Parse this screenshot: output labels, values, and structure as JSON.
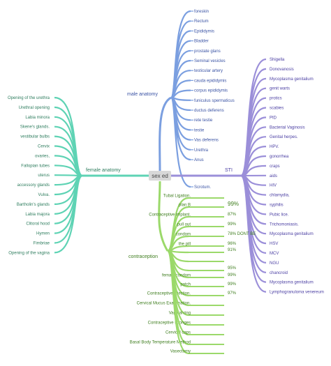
{
  "colors": {
    "male": "#7b9fe0",
    "sti": "#9b8fd9",
    "female": "#5ed3b4",
    "contraception": "#9bd96a",
    "center_fill": "#d8d8d8",
    "male_text": "#3a53a4",
    "sti_text": "#4b3fa3",
    "female_text": "#2e7d5e",
    "contra_text": "#3e7d1e"
  },
  "center": {
    "label": "sex ed"
  },
  "branches": {
    "male": {
      "label": "male anatomy",
      "items": [
        "foreskin",
        "Rectum",
        "Epididymis",
        "Bladder",
        "prostate glans",
        "Seminal vesicles",
        "testicular artery",
        "cauda epididymis",
        "corpus epididymis",
        "funiculus spermaticus",
        "ductus deferens",
        "rete testie",
        "testie",
        "Vas deferens",
        "Urethra",
        "Anus",
        "Scrotum."
      ]
    },
    "sti": {
      "label": "STI",
      "items": [
        "Shigella",
        "Donovanosis",
        "Mycoplasma genitalium",
        "genit warts",
        "protics",
        "scabies",
        "PID",
        "Bacterial Vaginosis",
        "Genital herpes.",
        "HPV.",
        "gonorrhea",
        "craps",
        "aids",
        "HIV",
        "chlamydia,",
        "syphilis",
        "Pubic lice.",
        "Trichomoniasis.",
        "Mycoplasma genitalium",
        "HSV",
        "MCV",
        "NGU",
        "chancroid",
        "Mycoplasma genitalium",
        "Lymphogranuloma venereum"
      ]
    },
    "female": {
      "label": "female anatomy",
      "items": [
        "Opening of the urethra",
        "Urethral opening",
        "Labia minora",
        "Skene's glands.",
        "vestibular bulbs",
        "Cervix",
        "ovaries,",
        "Fallopian tubes",
        "uterus",
        "accessory glands",
        "Vulva.",
        "Bartholin's glands",
        "Labia majora",
        "Clitoral hood",
        "Hymen",
        "Fimbriae",
        "Opening of the vagina"
      ]
    },
    "contraception": {
      "label": "contraception",
      "items": [
        {
          "label": "Tubal Ligation.",
          "pct": ""
        },
        {
          "label": "plan B",
          "pct": "99%"
        },
        {
          "label": "Contraceptive implant.",
          "pct": "87%"
        },
        {
          "label": "pull out",
          "pct": "99%"
        },
        {
          "label": "condom",
          "pct": "78% DONT BE"
        },
        {
          "label": "the pill",
          "pct": "96%"
        },
        {
          "label": "",
          "pct": "91%"
        },
        {
          "label": "",
          "pct": ""
        },
        {
          "label": "",
          "pct": "95%"
        },
        {
          "label": "female condom",
          "pct": "99%"
        },
        {
          "label": "patch",
          "pct": "99%"
        },
        {
          "label": "Contraceptive injection.",
          "pct": "97%"
        },
        {
          "label": "Cervical Mucus Examination.",
          "pct": ""
        },
        {
          "label": "Vaginal ring",
          "pct": ""
        },
        {
          "label": "Contraceptive sponges",
          "pct": ""
        },
        {
          "label": "Cervical caps",
          "pct": ""
        },
        {
          "label": "Basal Body Temperature Method",
          "pct": ""
        },
        {
          "label": "Vasectomy",
          "pct": ""
        }
      ]
    }
  }
}
